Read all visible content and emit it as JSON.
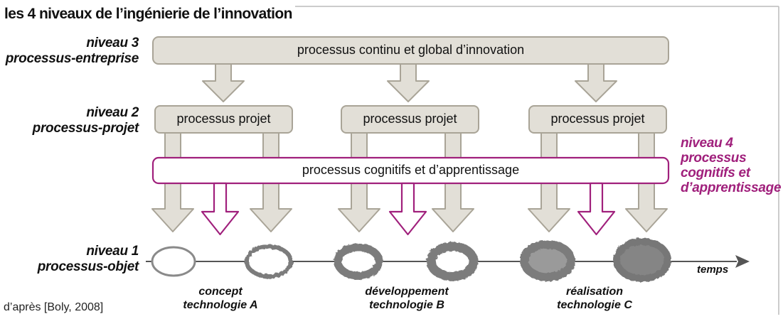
{
  "title": "les 4 niveaux de l’ingénierie de l’innovation",
  "levels": {
    "l3": {
      "line1": "niveau 3",
      "line2": "processus-entreprise"
    },
    "l2": {
      "line1": "niveau 2",
      "line2": "processus-projet"
    },
    "l1": {
      "line1": "niveau 1",
      "line2": "processus-objet"
    },
    "l4": {
      "line1": "niveau 4",
      "line2": "processus",
      "line3": "cognitifs et",
      "line4": "d’apprentissage"
    }
  },
  "boxes": {
    "global": "processus continu et global d’innovation",
    "project": "processus projet",
    "cognitive": "processus cognitifs et d’apprentissage"
  },
  "technologies": [
    {
      "line1": "concept",
      "line2": "technologie A"
    },
    {
      "line1": "développement",
      "line2": "technologie B"
    },
    {
      "line1": "réalisation",
      "line2": "technologie C"
    }
  ],
  "timeline_label": "temps",
  "source": "d’après [Boly, 2008]",
  "colors": {
    "box_fill": "#e2dfd7",
    "box_stroke": "#a9a497",
    "cognitive_accent": "#a0207c",
    "object_ellipse": "#7b7b7b",
    "timeline": "#555555"
  }
}
